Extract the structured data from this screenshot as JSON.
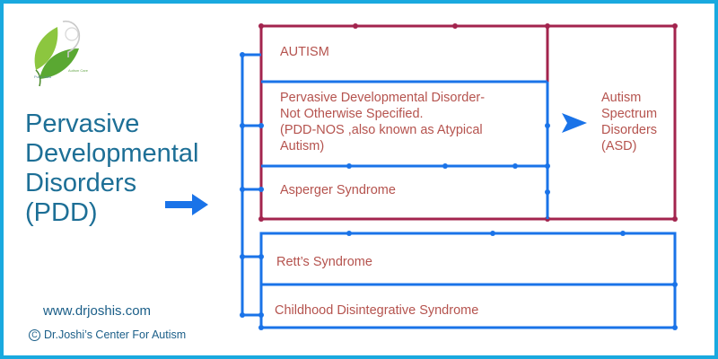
{
  "logo": {
    "text_line1": "Autism Care",
    "text_line2": "Pune India"
  },
  "title": {
    "line1": "Pervasive",
    "line2": "Developmental",
    "line3": "Disorders",
    "line4": "(PDD)"
  },
  "boxes": {
    "autism": "AUTISM",
    "pddnos_line1": "Pervasive Developmental Disorder-",
    "pddnos_line2": "Not Otherwise Specified.",
    "pddnos_line3": "(PDD-NOS ,also known as Atypical",
    "pddnos_line4": "Autism)",
    "asperger": "Asperger Syndrome",
    "rett": "Rett’s Syndrome",
    "cdd": "Childhood Disintegrative Syndrome"
  },
  "asd": {
    "line1": "Autism",
    "line2": "Spectrum",
    "line3": "Disorders",
    "line4": "(ASD)"
  },
  "footer": {
    "url": "www.drjoshis.com",
    "copyright": "Dr.Joshi’s Center For Autism"
  },
  "colors": {
    "frame_border": "#19a9df",
    "title": "#1d6f96",
    "box_text": "#b5534e",
    "maroon": "#a3244e",
    "blue": "#1a73e8"
  }
}
